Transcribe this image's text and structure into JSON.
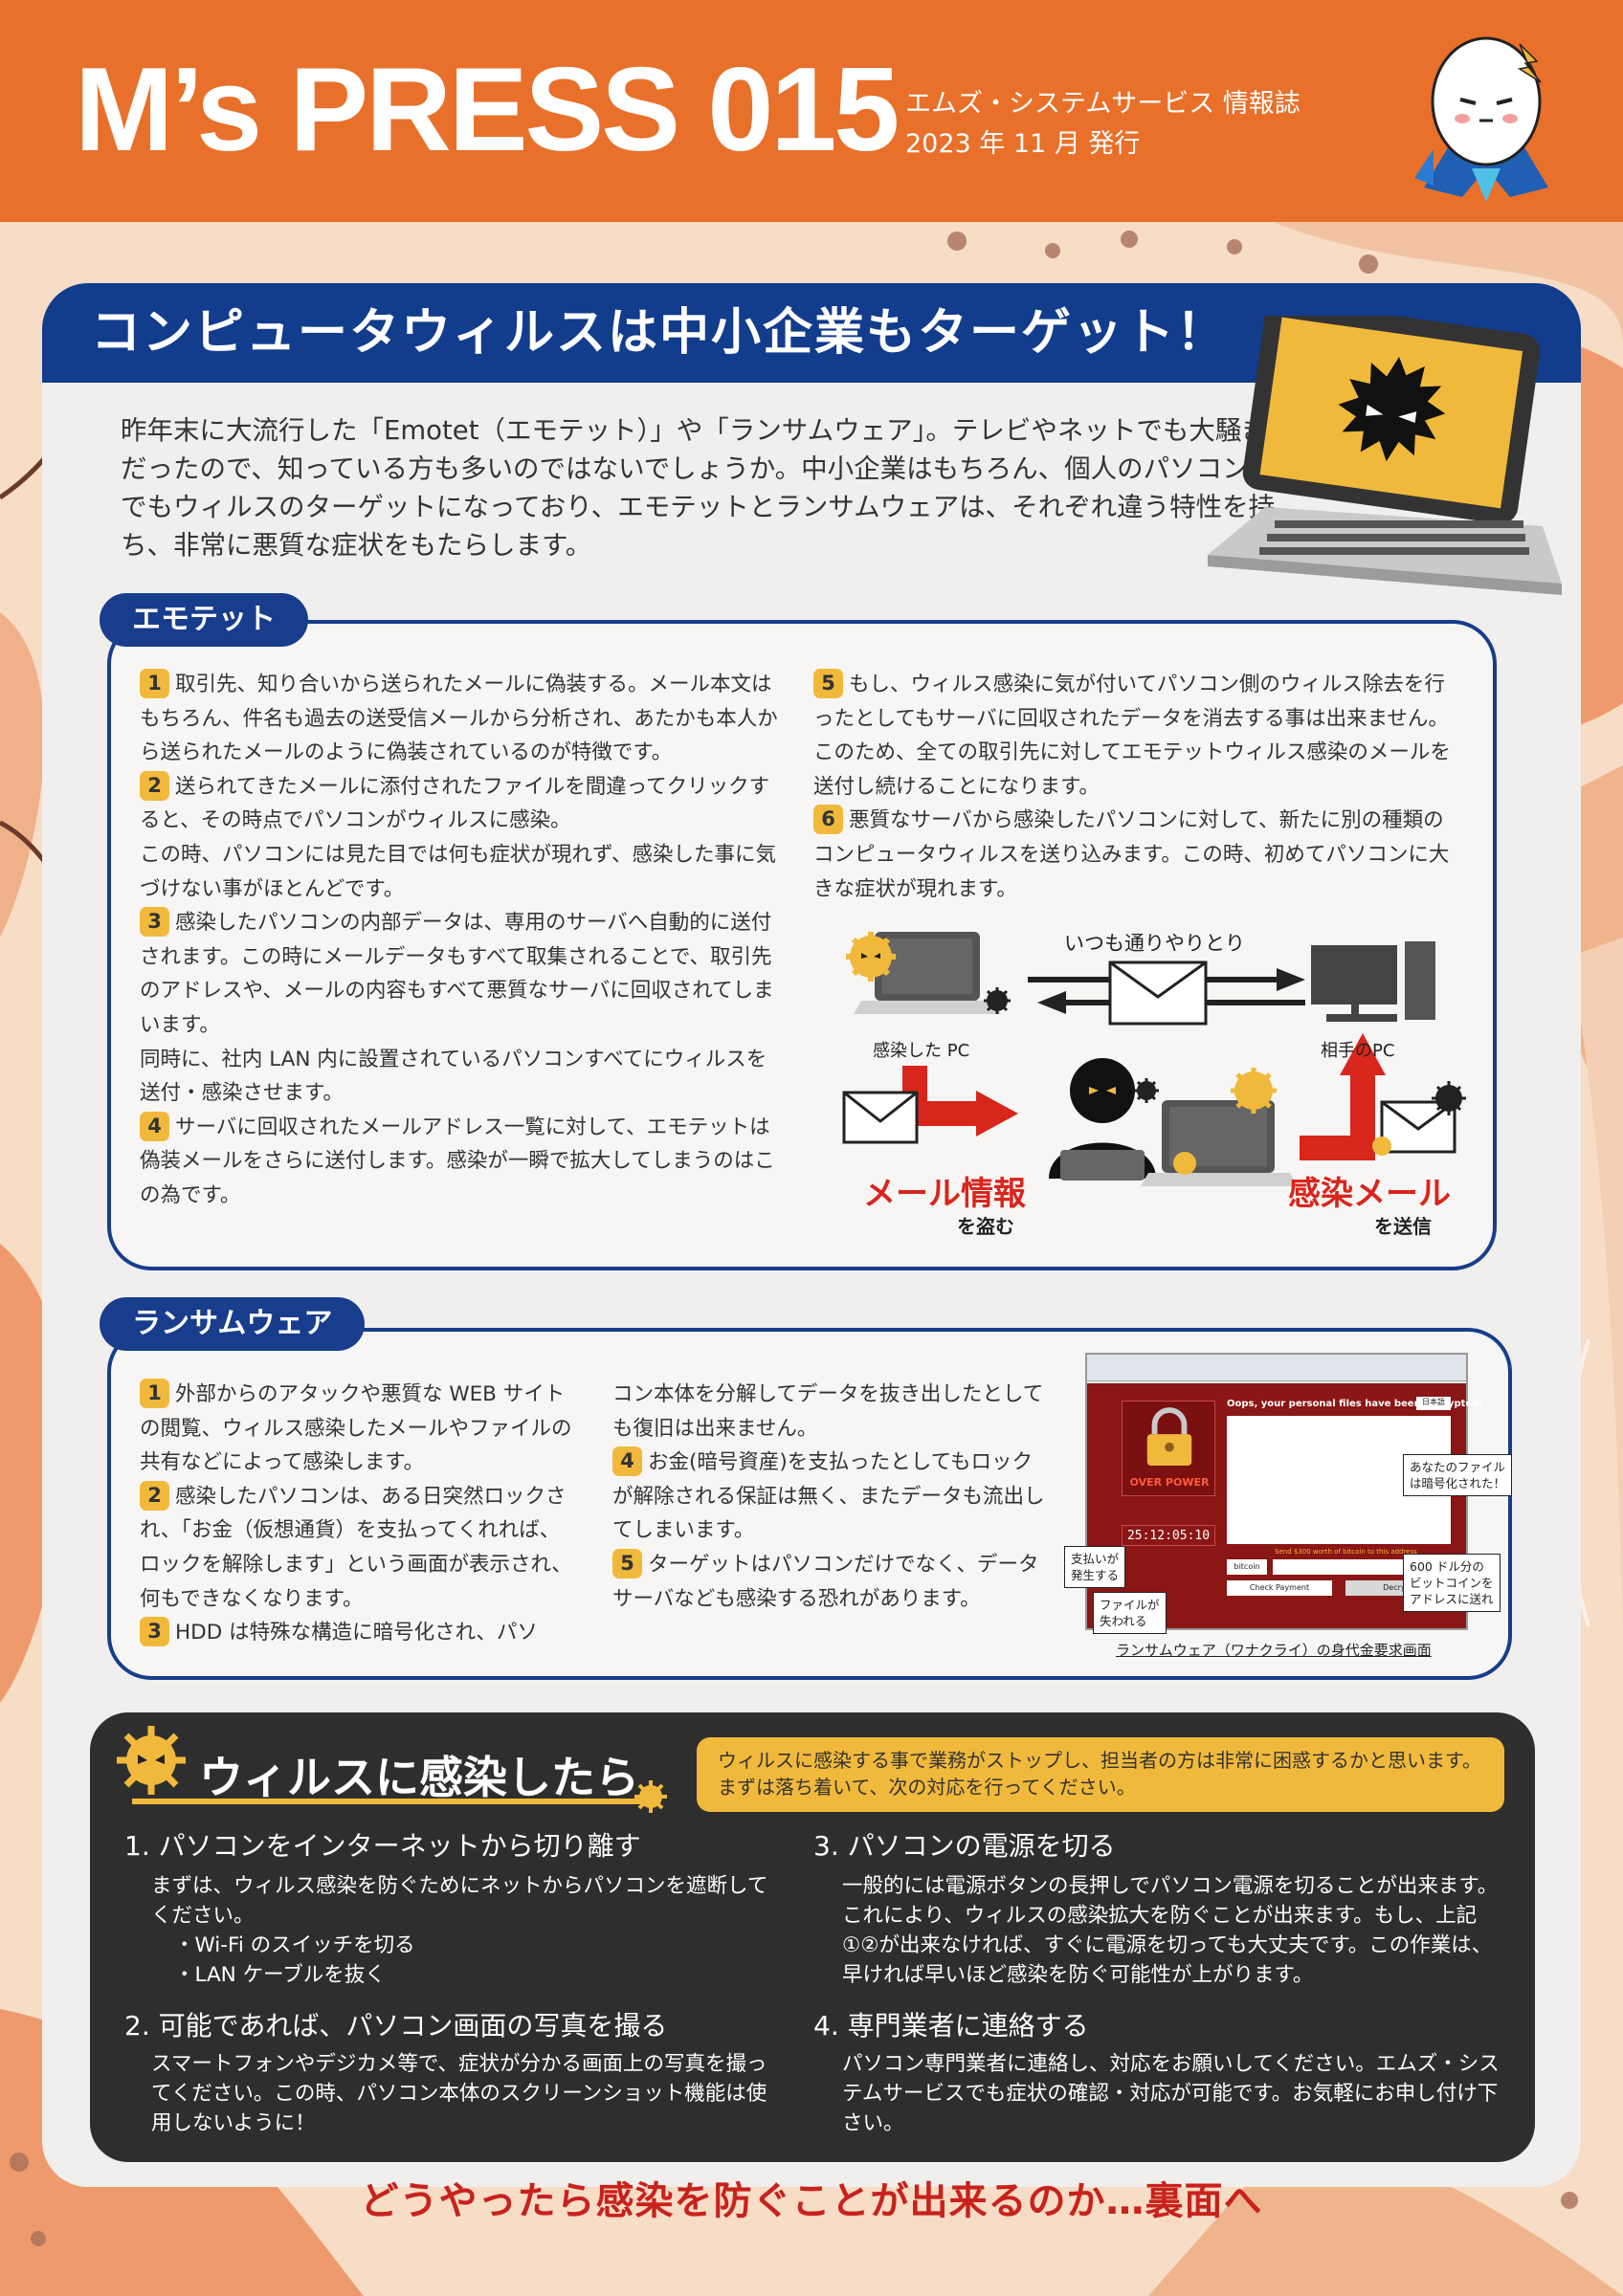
{
  "header": {
    "title": "M’s PRESS 015",
    "subtitle_line1": "エムズ・システムサービス 情報誌",
    "subtitle_line2": "2023 年 11 月 発行"
  },
  "hero": {
    "title": "コンピュータウィルスは中小企業もターゲット！",
    "intro": "昨年末に大流行した「Emotet（エモテット）」や「ランサムウェア」。テレビやネットでも大騒ぎだったので、知っている方も多いのではないでしょうか。中小企業はもちろん、個人のパソコンまでもウィルスのターゲットになっており、エモテットとランサムウェアは、それぞれ違う特性を持ち、非常に悪質な症状をもたらします。"
  },
  "emotet": {
    "tab": "エモテット",
    "items": [
      {
        "num": "1",
        "text": "取引先、知り合いから送られたメールに偽装する。メール本文はもちろん、件名も過去の送受信メールから分析され、あたかも本人から送られたメールのように偽装されているのが特徴です。"
      },
      {
        "num": "2",
        "text": "送られてきたメールに添付されたファイルを間違ってクリックすると、その時点でパソコンがウィルスに感染。",
        "extra": "この時、パソコンには見た目では何も症状が現れず、感染した事に気づけない事がほとんどです。"
      },
      {
        "num": "3",
        "text": "感染したパソコンの内部データは、専用のサーバへ自動的に送付されます。この時にメールデータもすべて取集されることで、取引先のアドレスや、メールの内容もすべて悪質なサーバに回収されてしまいます。",
        "extra": "同時に、社内 LAN 内に設置されているパソコンすべてにウィルスを送付・感染させます。"
      },
      {
        "num": "4",
        "text": "サーバに回収されたメールアドレス一覧に対して、エモテットは偽装メールをさらに送付します。感染が一瞬で拡大してしまうのはこの為です。"
      },
      {
        "num": "5",
        "text": "もし、ウィルス感染に気が付いてパソコン側のウィルス除去を行ったとしてもサーバに回収されたデータを消去する事は出来ません。このため、全ての取引先に対してエモテットウィルス感染のメールを送付し続けることになります。"
      },
      {
        "num": "6",
        "text": "悪質なサーバから感染したパソコンに対して、新たに別の種類のコンピュータウィルスを送り込みます。この時、初めてパソコンに大きな症状が現れます。"
      }
    ],
    "illustration": {
      "normal_exchange": "いつも通りやりとり",
      "infected_pc": "感染した PC",
      "partner_pc": "相手のPC",
      "steal_title": "メール情報",
      "steal_sub": "を盗む",
      "send_title": "感染メール",
      "send_sub": "を送信"
    }
  },
  "ransomware": {
    "tab": "ランサムウェア",
    "items": [
      {
        "num": "1",
        "text": "外部からのアタックや悪質な WEB サイトの閲覧、ウィルス感染したメールやファイルの共有などによって感染します。"
      },
      {
        "num": "2",
        "text": "感染したパソコンは、ある日突然ロックされ、「お金（仮想通貨）を支払ってくれれば、ロックを解除します」という画面が表示され、何もできなくなります。"
      },
      {
        "num": "3",
        "text": "HDD は特殊な構造に暗号化され、パソ"
      },
      {
        "num": "",
        "text": "コン本体を分解してデータを抜き出したとしても復旧は出来ません。"
      },
      {
        "num": "4",
        "text": "お金(暗号資産)を支払ったとしてもロックが解除される保証は無く、またデータも流出してしまいます。"
      },
      {
        "num": "5",
        "text": "ターゲットはパソコンだけでなく、データサーバなども感染する恐れがあります。"
      }
    ],
    "screen": {
      "headline": "Oops, your personal files have been encrypted!",
      "lang": "日本語",
      "over_power": "OVER POWER",
      "timer": "25:12:05:10",
      "check_payment": "Check Payment",
      "decrypt": "Decrypt",
      "bitcoin_label": "bitcoin",
      "send_label": "Send $300 worth of bitcoin to this address"
    },
    "callouts": {
      "encrypted": "あなたのファイル\nは暗号化された！",
      "deadline": "支払いが\n発生する",
      "lost": "ファイルが\n失われる",
      "bitcoin": "600 ドル分の\nビットコインを\nアドレスに送れ"
    },
    "caption": "ランサムウェア（ワナクライ）の身代金要求画面"
  },
  "infected": {
    "title": "ウィルスに感染したら",
    "notice": "ウィルスに感染する事で業務がストップし、担当者の方は非常に困惑するかと思います。まずは落ち着いて、次の対応を行ってください。",
    "steps": [
      {
        "heading": "1. パソコンをインターネットから切り離す",
        "body": "まずは、ウィルス感染を防ぐためにネットからパソコンを遮断してください。",
        "bullets": [
          "・Wi-Fi のスイッチを切る",
          "・LAN ケーブルを抜く"
        ]
      },
      {
        "heading": "2. 可能であれば、パソコン画面の写真を撮る",
        "body": "スマートフォンやデジカメ等で、症状が分かる画面上の写真を撮ってください。この時、パソコン本体のスクリーンショット機能は使用しないように！"
      },
      {
        "heading": "3. パソコンの電源を切る",
        "body": "一般的には電源ボタンの長押しでパソコン電源を切ることが出来ます。これにより、ウィルスの感染拡大を防ぐことが出来ます。もし、上記①②が出来なければ、すぐに電源を切っても大丈夫です。この作業は、早ければ早いほど感染を防ぐ可能性が上がります。"
      },
      {
        "heading": "4. 専門業者に連絡する",
        "body": "パソコン専門業者に連絡し、対応をお願いしてください。エムズ・システムサービスでも症状の確認・対応が可能です。お気軽にお申し付け下さい。"
      }
    ]
  },
  "footer": "どうやったら感染を防ぐことが出来るのか…裏面へ",
  "colors": {
    "orange": "#e8702a",
    "navy": "#173d8c",
    "yellow": "#f1b93c",
    "red": "#d8261c",
    "dark": "#2e2e2e"
  }
}
